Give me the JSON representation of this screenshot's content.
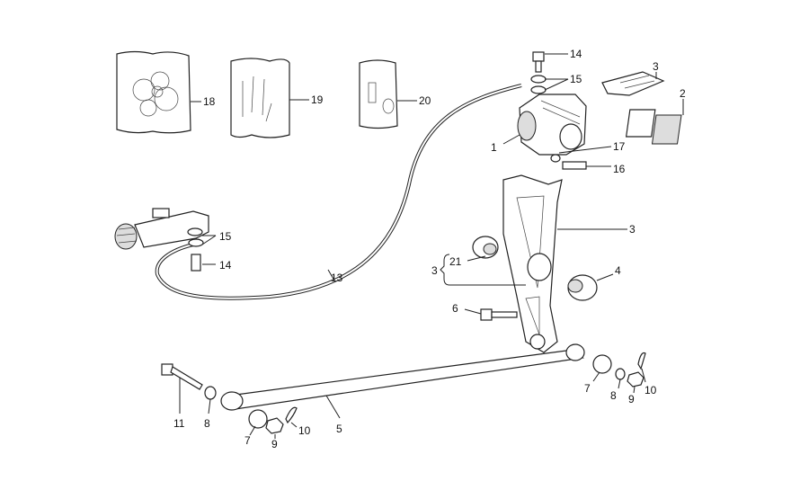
{
  "callouts": [
    {
      "id": "c18",
      "text": "18"
    },
    {
      "id": "c19",
      "text": "19"
    },
    {
      "id": "c20",
      "text": "20"
    },
    {
      "id": "c14a",
      "text": "14"
    },
    {
      "id": "c15a",
      "text": "15"
    },
    {
      "id": "c3a",
      "text": "3"
    },
    {
      "id": "c2",
      "text": "2"
    },
    {
      "id": "c1",
      "text": "1"
    },
    {
      "id": "c17",
      "text": "17"
    },
    {
      "id": "c16",
      "text": "16"
    },
    {
      "id": "c3b",
      "text": "3"
    },
    {
      "id": "c15b",
      "text": "15"
    },
    {
      "id": "c14b",
      "text": "14"
    },
    {
      "id": "c13",
      "text": "13"
    },
    {
      "id": "c3c",
      "text": "3"
    },
    {
      "id": "c21",
      "text": "21"
    },
    {
      "id": "c4",
      "text": "4"
    },
    {
      "id": "c6",
      "text": "6"
    },
    {
      "id": "c11",
      "text": "11"
    },
    {
      "id": "c8a",
      "text": "8"
    },
    {
      "id": "c7a",
      "text": "7"
    },
    {
      "id": "c9a",
      "text": "9"
    },
    {
      "id": "c10a",
      "text": "10"
    },
    {
      "id": "c5",
      "text": "5"
    },
    {
      "id": "c7b",
      "text": "7"
    },
    {
      "id": "c8b",
      "text": "8"
    },
    {
      "id": "c9b",
      "text": "9"
    },
    {
      "id": "c10b",
      "text": "10"
    }
  ]
}
